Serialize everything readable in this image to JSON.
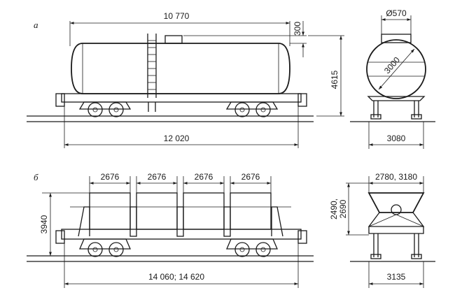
{
  "figure": {
    "view_a": {
      "label": "а",
      "dims": {
        "tank_length": "10 770",
        "dome_height": "300",
        "dome_diameter": "Ø570",
        "total_height": "4615",
        "tank_diameter": "3000",
        "car_length": "12 020",
        "end_width": "3080"
      }
    },
    "view_b": {
      "label": "б",
      "dims": {
        "container_1": "2676",
        "container_2": "2676",
        "container_3": "2676",
        "container_4": "2676",
        "height": "3940",
        "top_width": "2780, 3180",
        "hopper_h1": "2490,",
        "hopper_h2": "2690",
        "car_length": "14 060; 14 620",
        "end_width": "3135"
      }
    }
  }
}
